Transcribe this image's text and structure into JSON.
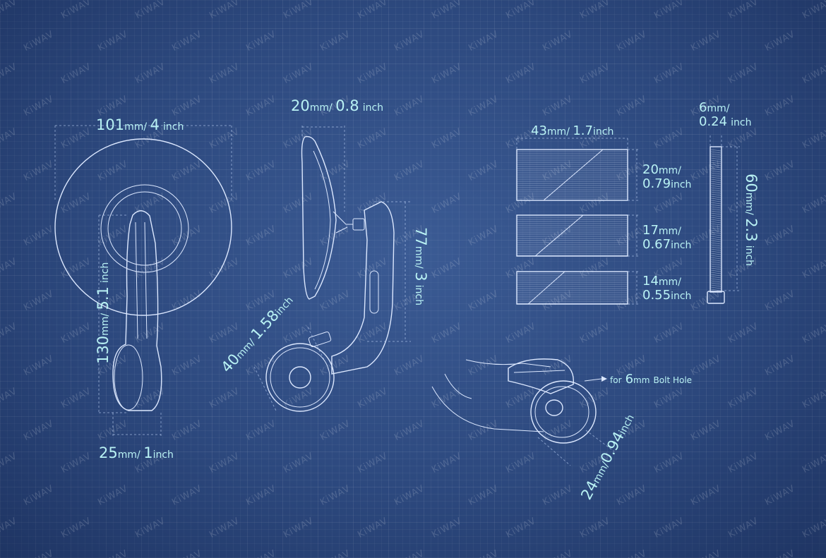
{
  "watermark": "KiWAV",
  "colors": {
    "background": "#2e4a80",
    "line": "#dce8ff",
    "label": "#b9f2f4"
  },
  "dimensions": {
    "mirror_width": {
      "value": "101",
      "unit": "mm",
      "value2": "4",
      "unit2": "inch"
    },
    "stem_length": {
      "value": "130",
      "unit": "mm",
      "value2": "5.1",
      "unit2": "inch"
    },
    "base_width": {
      "value": "25",
      "unit": "mm",
      "value2": "1",
      "unit2": "inch"
    },
    "mirror_depth": {
      "value": "20",
      "unit": "mm",
      "value2": "0.8",
      "unit2": "inch"
    },
    "arm_height": {
      "value": "77",
      "unit": "mm",
      "value2": "3",
      "unit2": "inch"
    },
    "clamp_size": {
      "value": "40",
      "unit": "mm",
      "value2": "1.58",
      "unit2": "inch"
    },
    "adapter_width": {
      "value": "43",
      "unit": "mm",
      "value2": "1.7",
      "unit2": "inch"
    },
    "adapter_1": {
      "value": "20",
      "unit": "mm",
      "value2": "0.79",
      "unit2": "inch"
    },
    "adapter_2": {
      "value": "17",
      "unit": "mm",
      "value2": "0.67",
      "unit2": "inch"
    },
    "adapter_3": {
      "value": "14",
      "unit": "mm",
      "value2": "0.55",
      "unit2": "inch"
    },
    "bolt_diameter": {
      "value": "6",
      "unit": "mm",
      "value2": "0.24",
      "unit2": "inch"
    },
    "bolt_length": {
      "value": "60",
      "unit": "mm",
      "value2": "2.3",
      "unit2": "inch"
    },
    "clamp_bore": {
      "value": "24",
      "unit": "mm",
      "value2": "0.94",
      "unit2": "inch"
    }
  },
  "bolt_hole_note": {
    "prefix": "for",
    "value": "6",
    "unit": "mm",
    "suffix": "Bolt Hole"
  }
}
